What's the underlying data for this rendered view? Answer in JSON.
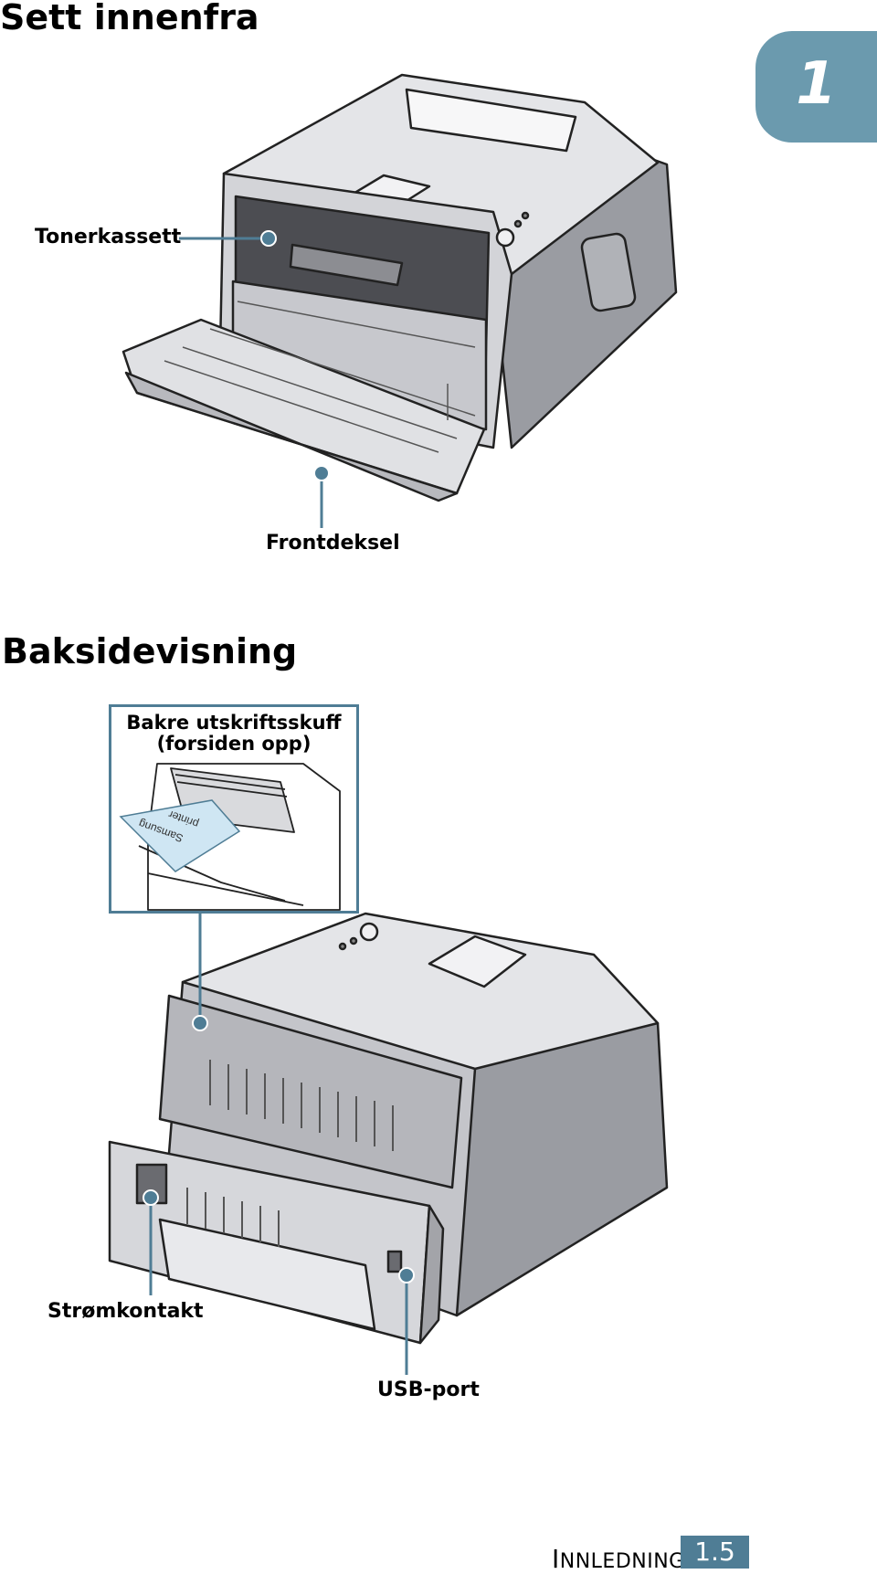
{
  "page": {
    "section1_title": "Sett innenfra",
    "section2_title": "Baksidevisning",
    "chapter_number": "1"
  },
  "callouts": {
    "toner": "Tonerkassett",
    "front_cover": "Frontdeksel",
    "rear_tray_line1": "Bakre utskriftsskuff",
    "rear_tray_line2": "(forsiden opp)",
    "power": "Strømkontakt",
    "usb": "USB-port"
  },
  "paper_print": {
    "line1": "Samsung",
    "line2": "printer"
  },
  "footer": {
    "section_initial": "I",
    "section_rest": "NNLEDNING",
    "page_number": "1.5"
  },
  "colors": {
    "accent": "#4f7d95",
    "chapter_tab": "#6b9aae"
  }
}
